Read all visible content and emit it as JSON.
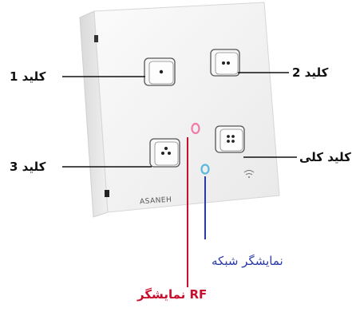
{
  "labels": {
    "key1": "کلید 1",
    "key2": "کلید 2",
    "key3": "کلید 3",
    "master_key": "کلید کلی",
    "network_indicator": "نمایشگر شبکه",
    "rf_indicator": "نمایشگر RF"
  },
  "device": {
    "brand": "ASANEH"
  },
  "colors": {
    "rf_line": "#c8102e",
    "network_line": "#2b3aa8",
    "pink_led": "#f07aa8",
    "blue_led": "#5bb8e0"
  }
}
